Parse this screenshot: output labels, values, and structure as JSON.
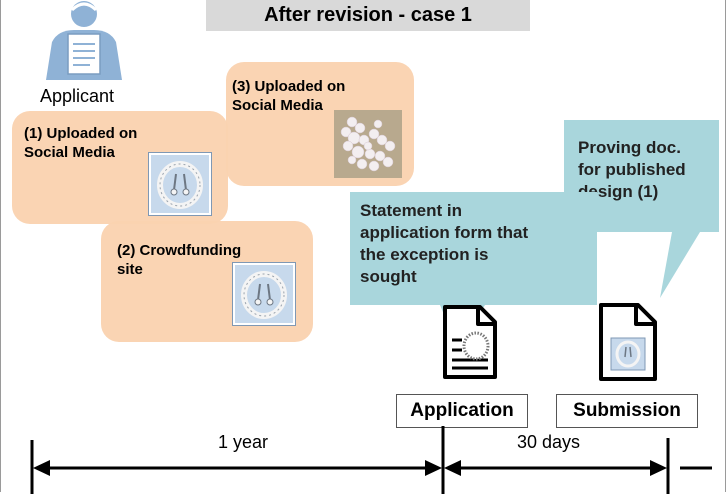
{
  "title": "After revision - case 1",
  "applicant": {
    "label": "Applicant",
    "icon": "applicant-person-icon"
  },
  "disclosures": [
    {
      "label_line1": "(1) Uploaded on",
      "label_line2": "Social Media",
      "icon": "necklace-image"
    },
    {
      "label_line1": "(2) Crowdfunding",
      "label_line2": "site",
      "icon": "necklace-image"
    },
    {
      "label_line1": "(3) Uploaded on",
      "label_line2": "Social Media",
      "icon": "pearl-necklace-photo"
    }
  ],
  "callouts": {
    "statement": [
      "Statement in",
      "application form that",
      "the exception is",
      "sought"
    ],
    "proving_doc": [
      "Proving doc.",
      "for published",
      "design (1)"
    ]
  },
  "documents": {
    "application": {
      "label": "Application",
      "icon": "document-icon"
    },
    "submission": {
      "label": "Submission",
      "icon": "document-icon"
    }
  },
  "timeline": {
    "period1": "1 year",
    "period2": "30 days"
  },
  "colors": {
    "card": "#fad2b0",
    "callout": "#a9d6dc",
    "title_bg": "#d9d9d9"
  }
}
